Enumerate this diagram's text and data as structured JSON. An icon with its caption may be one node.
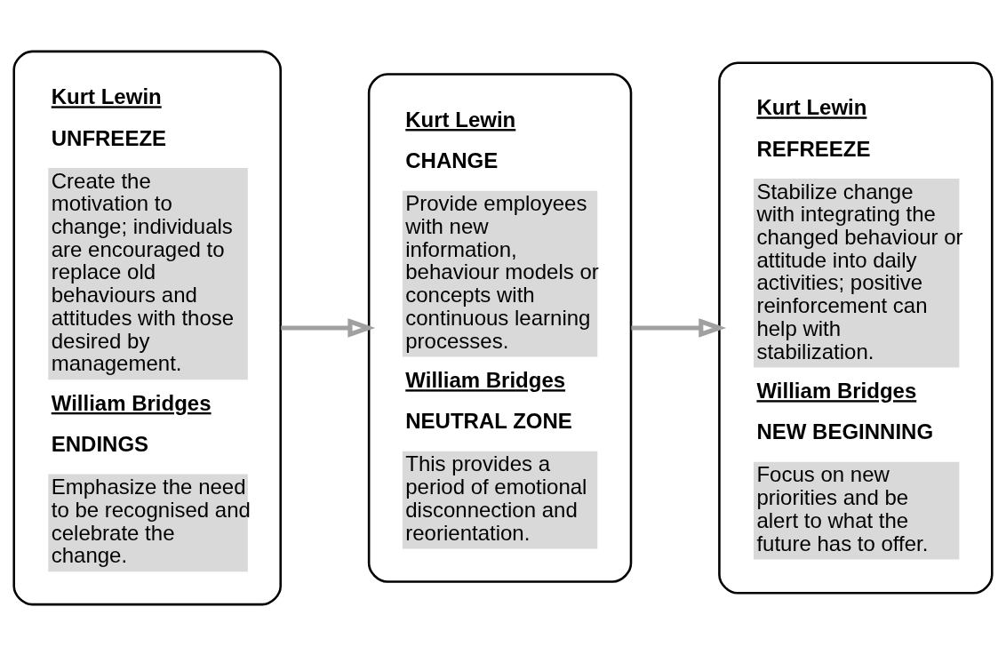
{
  "diagram": {
    "nodes": [
      {
        "text": [
          "Kurt Lewin",
          "UNFREEZE",
          "Create the motivation to change; individuals are encouraged to replace old behaviours and attitudes with those desired by management.",
          "William Bridges",
          "ENDINGS",
          "Emphasize the need to be recognised and celebrate the change."
        ]
      },
      {
        "text": [
          "Kurt Lewin",
          "CHANGE",
          "Provide employees with new information, behaviour models or concepts with continuous learning processes.",
          "William Bridges",
          "NEUTRAL ZONE",
          "This provides a period of emotional disconnection and reorientation."
        ]
      },
      {
        "text": [
          "Kurt Lewin",
          "REFREEZE",
          "Stabilize change with integrating the changed behaviour or attitude into daily activities; positive reinforcement can help with stabilization.",
          "William Bridges",
          "NEW BEGINNING",
          "Focus on new priorities and be alert to what the future has to offer."
        ]
      }
    ],
    "edges": [
      {
        "from": 0,
        "to": 1,
        "arrow": "to"
      },
      {
        "from": 1,
        "to": 2,
        "arrow": "to"
      }
    ]
  }
}
